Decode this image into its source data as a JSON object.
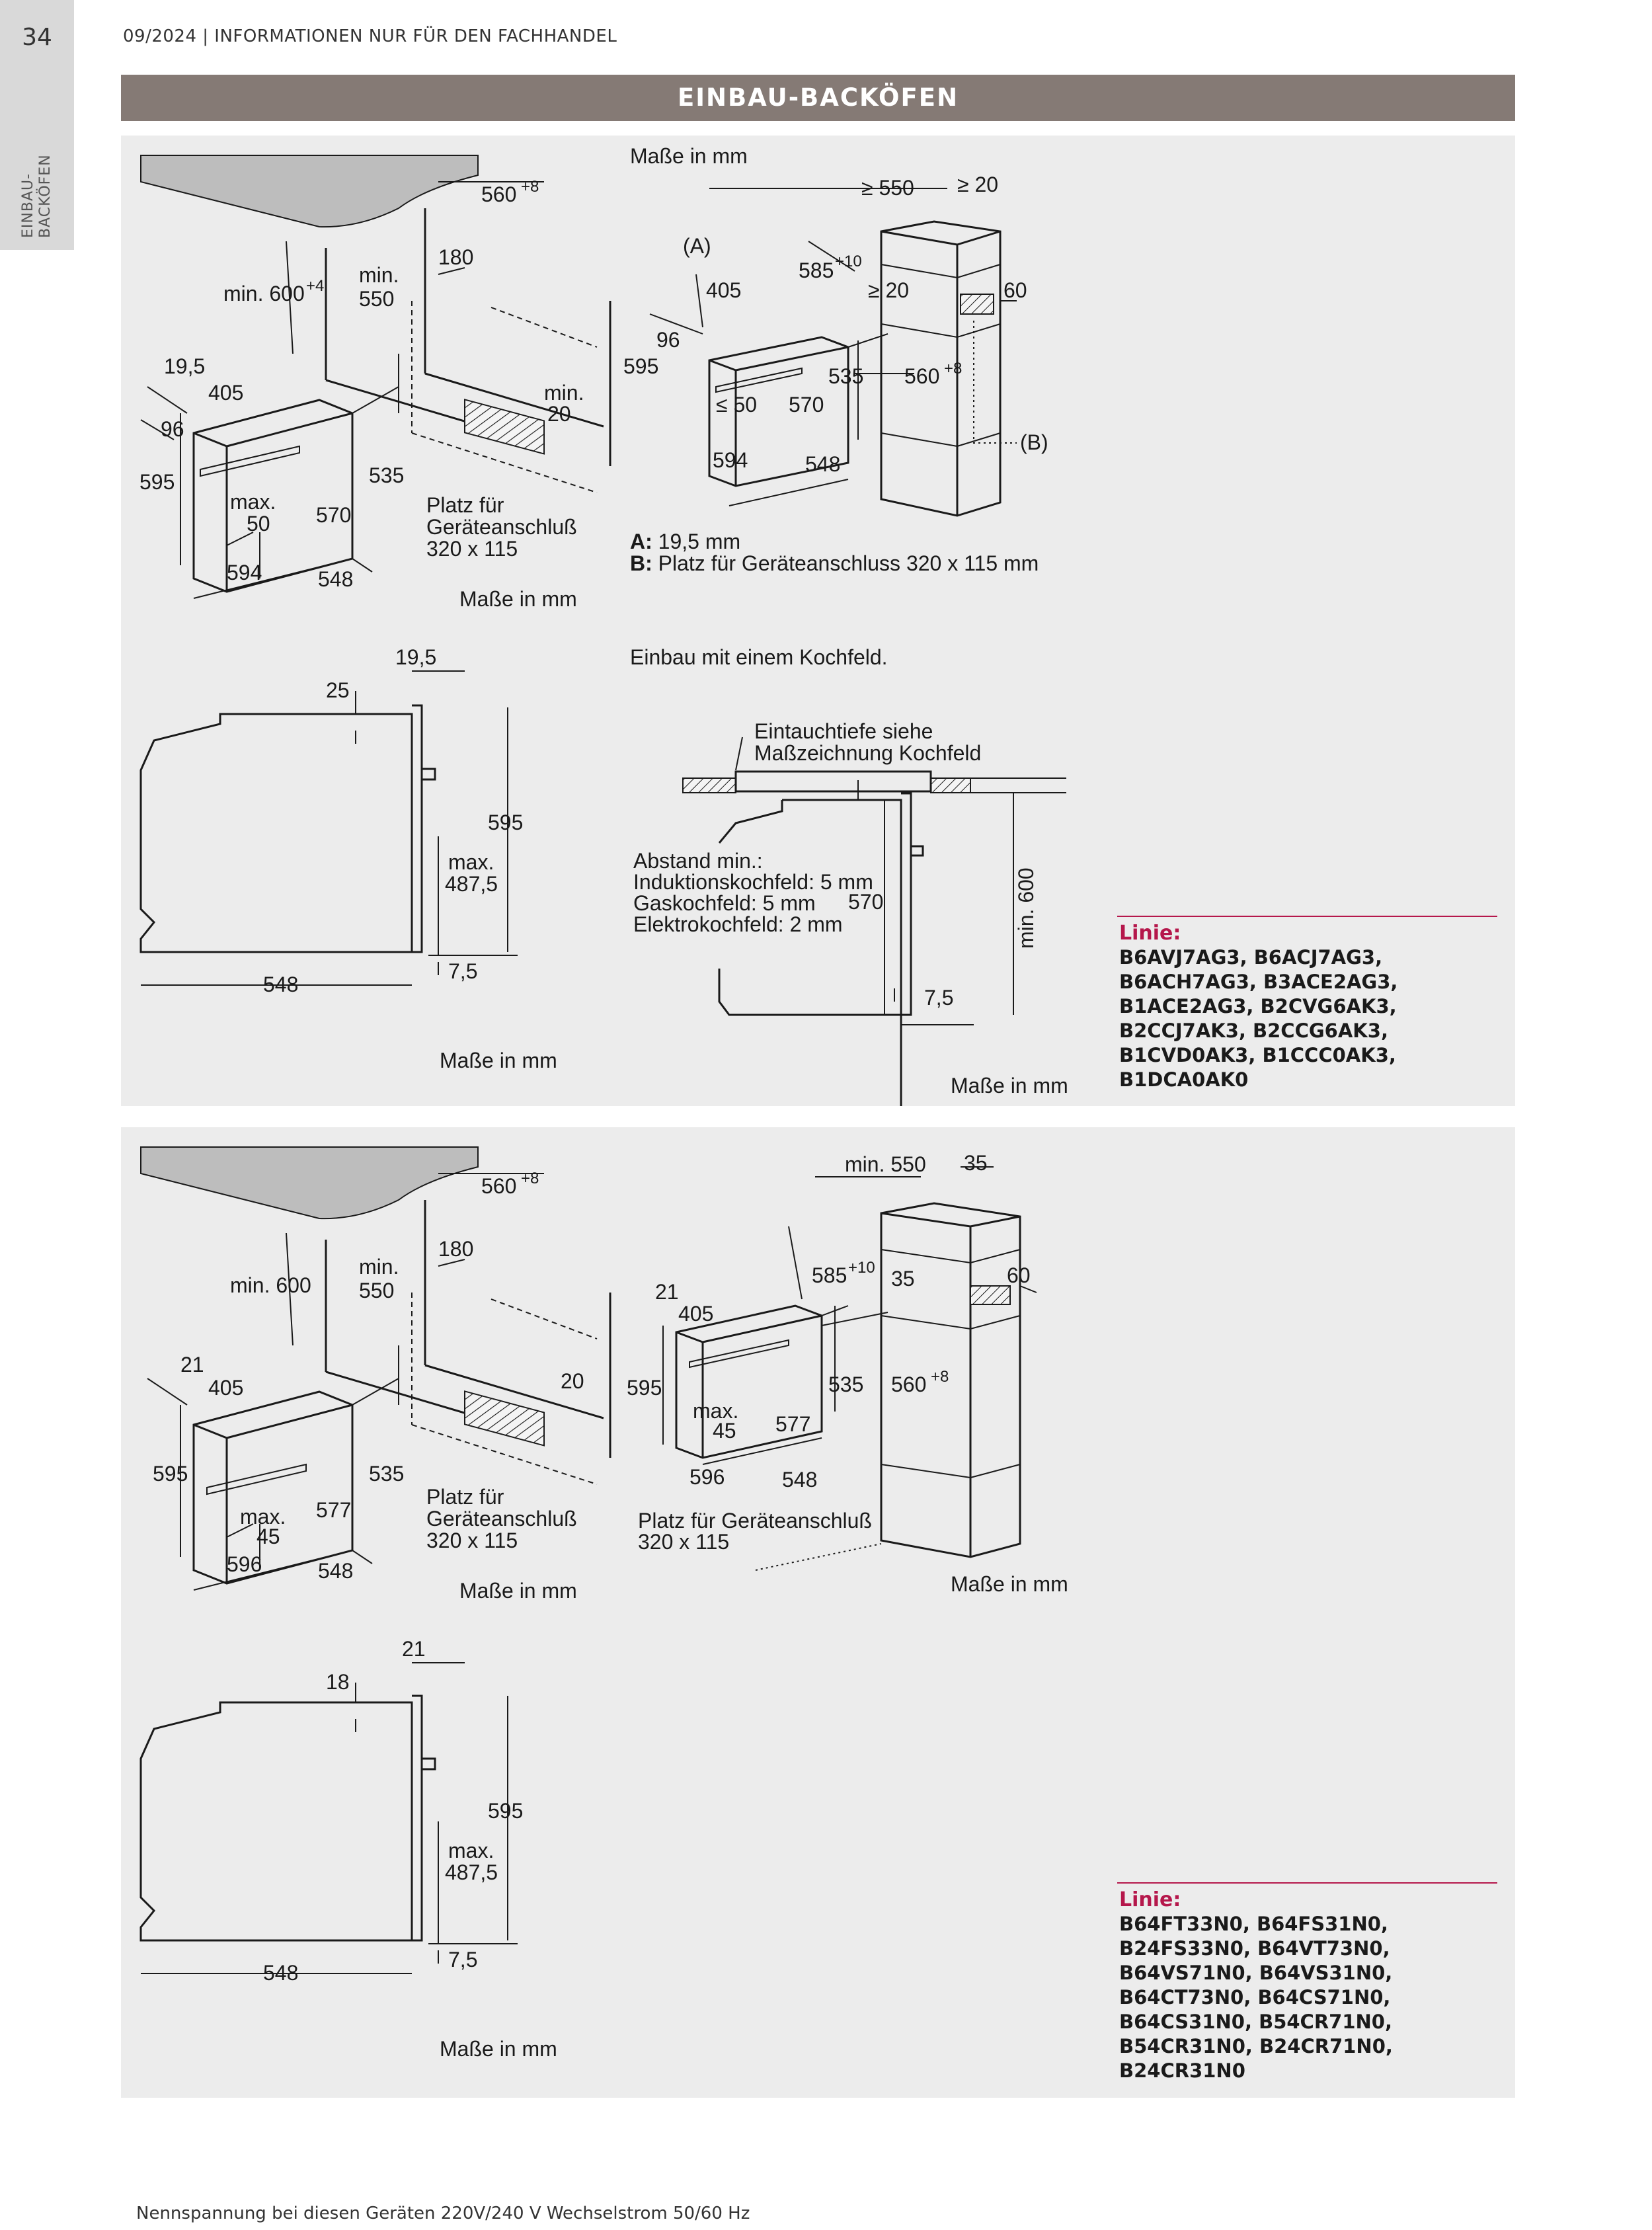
{
  "page": {
    "number": "34",
    "side_label_line1": "EINBAU-",
    "side_label_line2": "BACKÖFEN",
    "header": "09/2024 | INFORMATIONEN NUR FÜR DEN FACHHANDEL",
    "title": "EINBAU-BACKÖFEN",
    "footer": "Nennspannung bei diesen Geräten 220V/240 V Wechselstrom 50/60 Hz"
  },
  "section1": {
    "d1": {
      "dims": [
        "560",
        "+8",
        "min. 600",
        "+4",
        "min.",
        "550",
        "180",
        "19,5",
        "405",
        "96",
        "595",
        "535",
        "max.",
        "50",
        "570",
        "594",
        "548",
        "min.",
        "20"
      ],
      "connection_1": "Platz für",
      "connection_2": "Geräteanschluß",
      "connection_3": "320 x 115",
      "units": "Maße in mm"
    },
    "d2": {
      "units": "Maße in mm",
      "dims": [
        "≥ 550",
        "≥ 20",
        "(A)",
        "585",
        "+10",
        "≥ 20",
        "60",
        "405",
        "96",
        "595",
        "535",
        "560",
        "+8",
        "≤ 50",
        "570",
        "594",
        "548",
        "(B)"
      ],
      "legend_a_key": "A:",
      "legend_a_text": " 19,5 mm",
      "legend_b_key": "B:",
      "legend_b_text": " Platz für Geräteanschluss 320 x 115 mm"
    },
    "d3": {
      "dims": [
        "19,5",
        "25",
        "595",
        "max.",
        "487,5",
        "548",
        "7,5"
      ],
      "units": "Maße in mm"
    },
    "d4": {
      "title": "Einbau mit einem Kochfeld.",
      "note_1": "Eintauchtiefe siehe",
      "note_2": "Maßzeichnung Kochfeld",
      "distance_1": "Abstand min.:",
      "distance_2": "Induktionskochfeld: 5 mm",
      "distance_3": "Gaskochfeld: 5 mm",
      "distance_4": "Elektrokochfeld: 2 mm",
      "dims": [
        "570",
        "min. 600",
        "7,5"
      ],
      "units": "Maße in mm"
    },
    "linie": {
      "title": "Linie:",
      "models": "B6AVJ7AG3, B6ACJ7AG3,\nB6ACH7AG3, B3ACE2AG3,\nB1ACE2AG3, B2CVG6AK3,\nB2CCJ7AK3, B2CCG6AK3,\nB1CVD0AK3, B1CCC0AK3,\nB1DCA0AK0"
    }
  },
  "section2": {
    "d1": {
      "dims": [
        "560",
        "+8",
        "min. 600",
        "min.",
        "550",
        "180",
        "21",
        "405",
        "595",
        "535",
        "max.",
        "45",
        "577",
        "596",
        "548",
        "20"
      ],
      "connection_1": "Platz für",
      "connection_2": "Geräteanschluß",
      "connection_3": "320 x 115",
      "units": "Maße in mm"
    },
    "d2": {
      "dims": [
        "min. 550",
        "35",
        "585",
        "+10",
        "35",
        "60",
        "21",
        "405",
        "595",
        "535",
        "560",
        "+8",
        "max.",
        "45",
        "577",
        "596",
        "548"
      ],
      "connection_1": "Platz für Geräteanschluß",
      "connection_2": "320 x 115",
      "units": "Maße in mm"
    },
    "d3": {
      "dims": [
        "21",
        "18",
        "595",
        "max.",
        "487,5",
        "548",
        "7,5"
      ],
      "units": "Maße in mm"
    },
    "linie": {
      "title": "Linie:",
      "models": "B64FT33N0, B64FS31N0,\nB24FS33N0, B64VT73N0,\nB64VS71N0, B64VS31N0,\nB64CT73N0, B64CS71N0,\nB64CS31N0, B54CR71N0,\nB54CR31N0, B24CR71N0,\nB24CR31N0"
    }
  }
}
